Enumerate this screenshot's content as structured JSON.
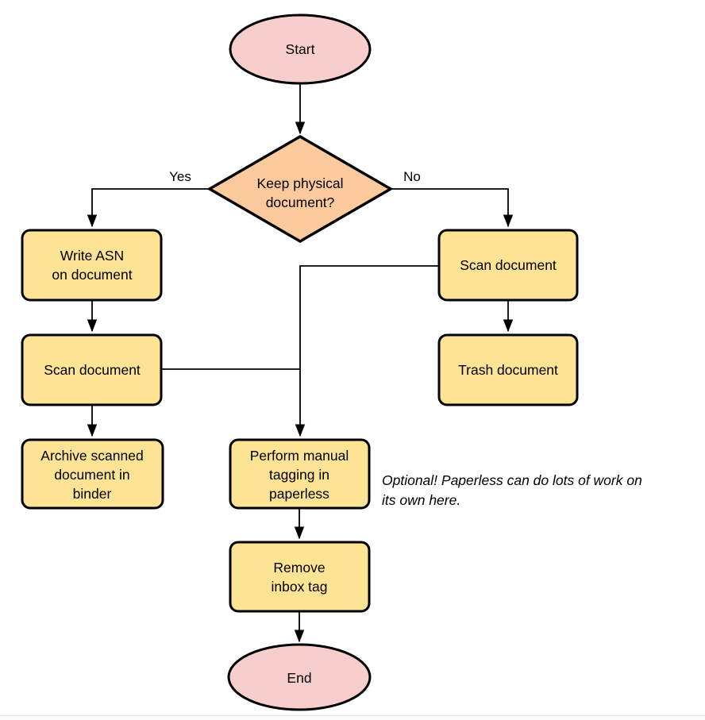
{
  "colors": {
    "terminal_fill": "#f8cecc",
    "decision_fill": "#fdca9e",
    "process_fill": "#fde394",
    "stroke": "#000000",
    "background": "#ffffff",
    "bottom_edge_line": "#e7e7e7"
  },
  "nodes": {
    "start": {
      "label": "Start"
    },
    "decision": {
      "lines": [
        "Keep physical",
        "document?"
      ]
    },
    "write_asn": {
      "lines": [
        "Write ASN",
        "on document"
      ]
    },
    "scan_left": {
      "label": "Scan document"
    },
    "archive": {
      "lines": [
        "Archive scanned",
        "document in",
        "binder"
      ]
    },
    "scan_right": {
      "label": "Scan document"
    },
    "trash": {
      "label": "Trash document"
    },
    "tagging": {
      "lines": [
        "Perform manual",
        "tagging in",
        "paperless"
      ]
    },
    "remove_inbox": {
      "lines": [
        "Remove",
        "inbox tag"
      ]
    },
    "end": {
      "label": "End"
    }
  },
  "edge_labels": {
    "yes": "Yes",
    "no": "No"
  },
  "annotation": {
    "lines": [
      "Optional! Paperless can do lots of work on",
      "its own here."
    ]
  }
}
